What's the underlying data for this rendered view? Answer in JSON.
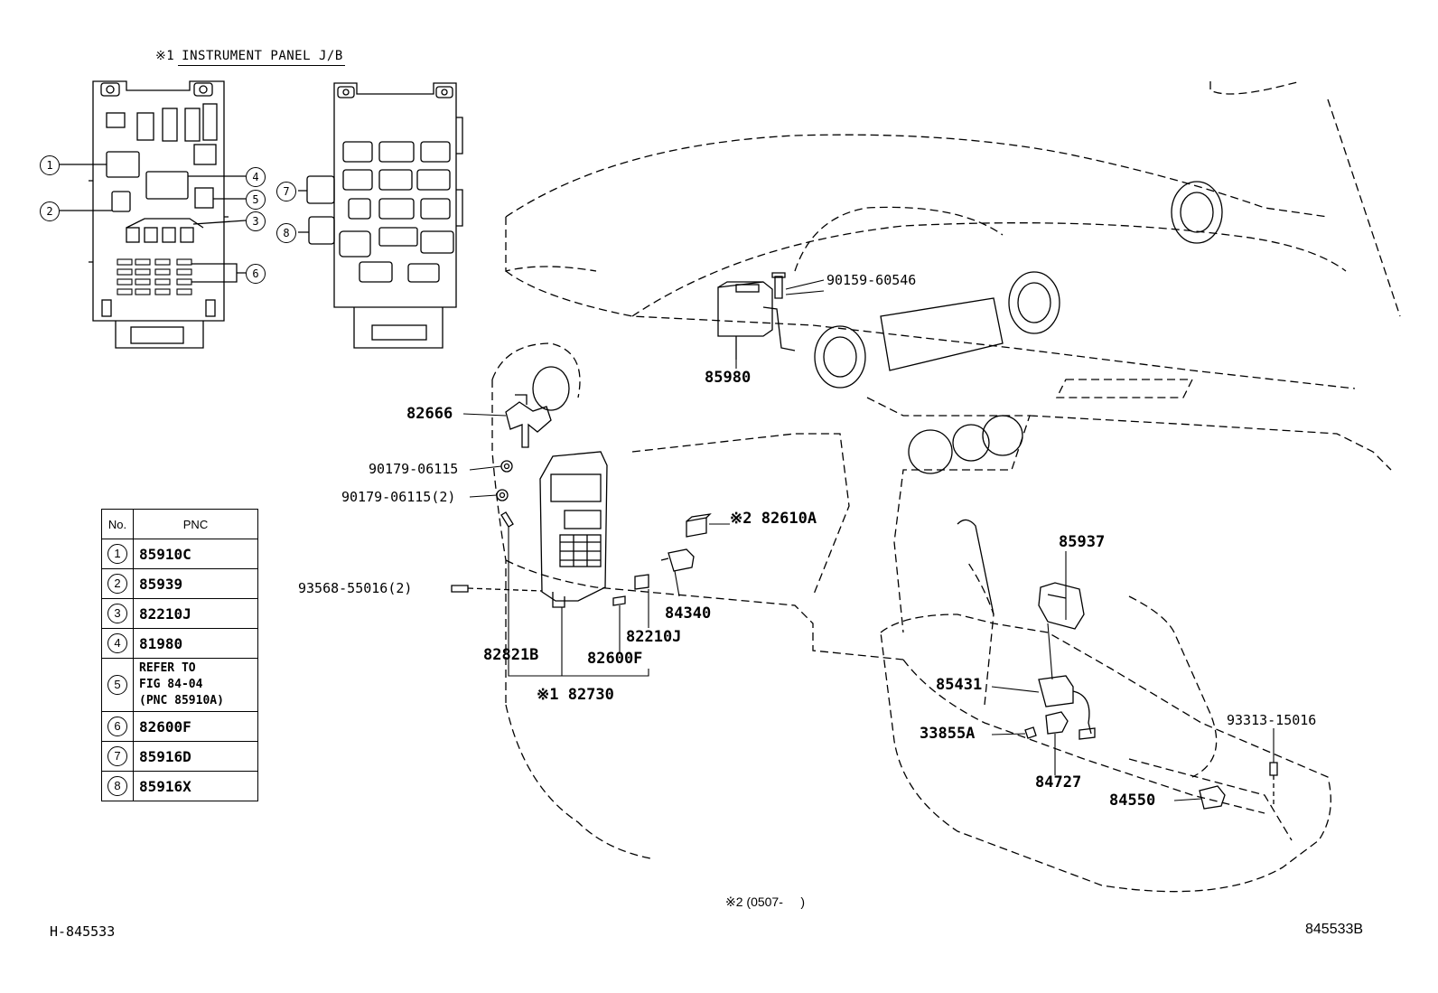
{
  "title": {
    "mark": "※1",
    "text": "INSTRUMENT PANEL J/B"
  },
  "jb_callouts": [
    "1",
    "2",
    "3",
    "4",
    "5",
    "6",
    "7",
    "8"
  ],
  "table": {
    "headers": [
      "No.",
      "PNC"
    ],
    "rows": [
      {
        "no": "1",
        "pnc": "85910C"
      },
      {
        "no": "2",
        "pnc": "85939"
      },
      {
        "no": "3",
        "pnc": "82210J"
      },
      {
        "no": "4",
        "pnc": "81980"
      },
      {
        "no": "5",
        "pnc": "REFER TO\nFIG 84-04\n(PNC 85910A)"
      },
      {
        "no": "6",
        "pnc": "82600F"
      },
      {
        "no": "7",
        "pnc": "85916D"
      },
      {
        "no": "8",
        "pnc": "85916X"
      }
    ]
  },
  "labels": {
    "p85980": "85980",
    "p90159": "90159-60546",
    "p82666": "82666",
    "p90179a": "90179-06115",
    "p90179b": "90179-06115(2)",
    "p82610": "※2 82610A",
    "p93568": "93568-55016(2)",
    "p84340": "84340",
    "p82210j": "82210J",
    "p82821b": "82821B",
    "p82600f": "82600F",
    "p82730": "※1 82730",
    "p85937": "85937",
    "p85431": "85431",
    "p33855": "33855A",
    "p84727": "84727",
    "p93313": "93313-15016",
    "p84550": "84550"
  },
  "footer": {
    "note": "※2 (0507-     )",
    "left_code": "H-845533",
    "right_code": "845533B"
  }
}
